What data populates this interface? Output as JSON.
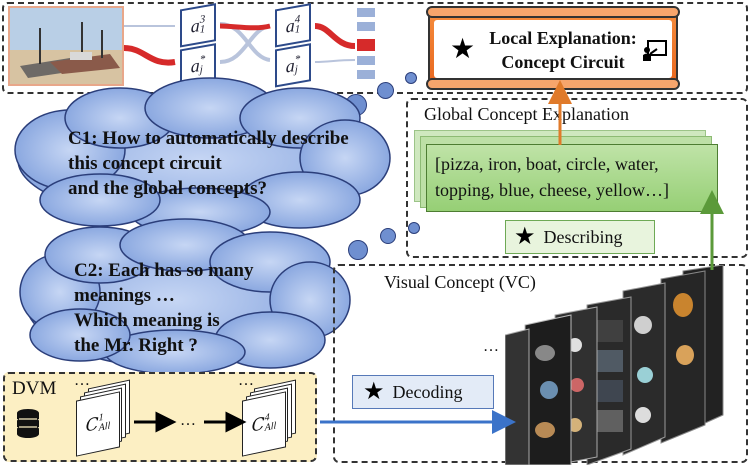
{
  "top_panel": {
    "node_a1_3": {
      "base": "a",
      "sub": "1",
      "sup": "3"
    },
    "node_aj_star_1": {
      "base": "a",
      "sub": "j",
      "sup": "*"
    },
    "node_a1_4": {
      "base": "a",
      "sub": "1",
      "sup": "4"
    },
    "node_aj_star_2": {
      "base": "a",
      "sub": "j",
      "sup": "*"
    }
  },
  "local_explanation": {
    "line1": "Local Explanation:",
    "line2": "Concept Circuit"
  },
  "clouds": {
    "c1": [
      "C1: How to automatically describe",
      "this concept circuit",
      "and the global concepts?"
    ],
    "c2": [
      "C2: Each has so many",
      "meanings …",
      "Which meaning is",
      "the Mr. Right ?"
    ]
  },
  "global_concept": {
    "title": "Global Concept Explanation",
    "text_line1": "[pizza, iron, boat, circle, water,",
    "text_line2": "topping, blue, cheese, yellow…]",
    "describing": "Describing"
  },
  "visual_concept": {
    "title": "Visual Concept (VC)",
    "ellipsis": "…"
  },
  "dvm": {
    "label": "DVM",
    "dots_left": "…",
    "dots_mid": "…",
    "dots_right": "…",
    "concept_1": {
      "base": "C",
      "sub": "All",
      "sup": "1"
    },
    "concept_4": {
      "base": "C",
      "sub": "All",
      "sup": "4"
    }
  },
  "decoding": "Decoding",
  "colors": {
    "cloud_fill": "#8faee6",
    "cloud_stroke": "#2b3e7a",
    "circuit_red": "#d62a2a",
    "node_border": "#2d4a8a",
    "local_orange": "#f07a2a",
    "green_card": "#a9d98c",
    "dvm_fill": "#fcefc3",
    "arrow_orange": "#e07a2a",
    "arrow_green": "#5b9a3a",
    "arrow_blue": "#3b73c9",
    "decoding_fill": "#e3ebf7"
  }
}
